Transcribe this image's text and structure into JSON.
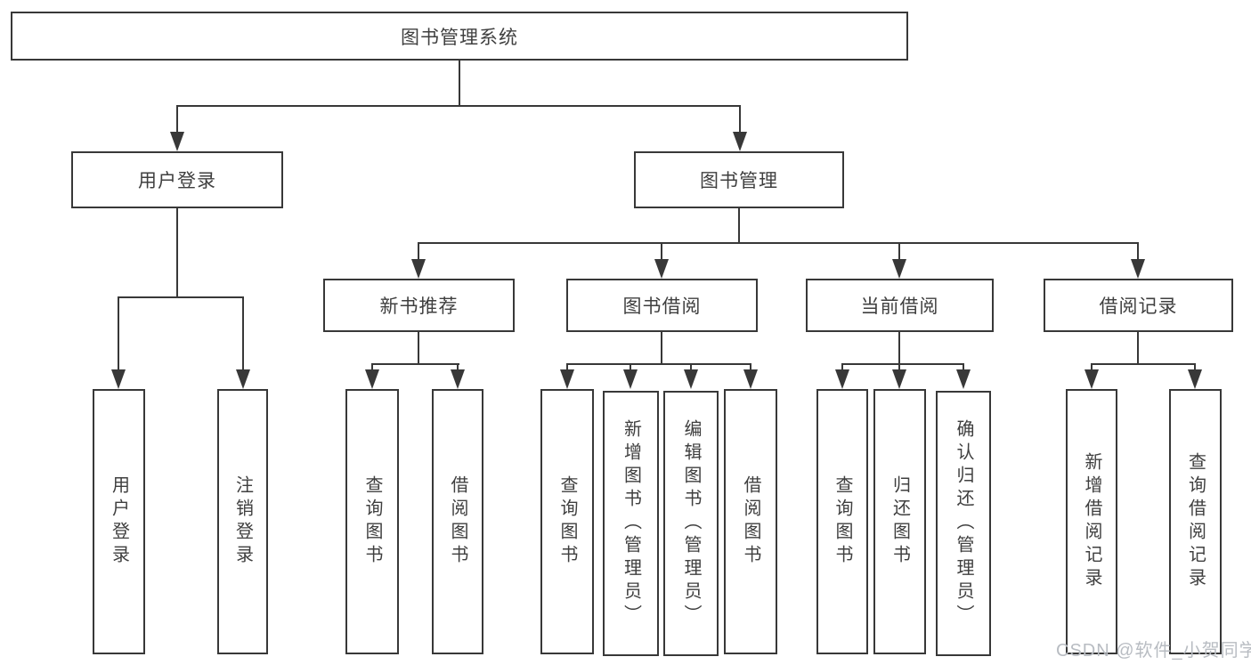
{
  "diagram": {
    "type": "hierarchy-tree",
    "title": "图书管理系统",
    "branches": [
      {
        "label": "用户登录",
        "children": [
          "用户登录",
          "注销登录"
        ]
      },
      {
        "label": "图书管理",
        "sections": [
          {
            "label": "新书推荐",
            "children": [
              "查询图书",
              "借阅图书"
            ]
          },
          {
            "label": "图书借阅",
            "children": [
              "查询图书",
              "新增图书（管理员）",
              "编辑图书（管理员）",
              "借阅图书"
            ]
          },
          {
            "label": "当前借阅",
            "children": [
              "查询图书",
              "归还图书",
              "确认归还（管理员）"
            ]
          },
          {
            "label": "借阅记录",
            "children": [
              "新增借阅记录",
              "查询借阅记录"
            ]
          }
        ]
      }
    ]
  },
  "watermark": "CSDN @软件_小贺同学",
  "colors": {
    "line": "#383838",
    "text": "#3f3f3f",
    "watermark": "#b8bcc2",
    "background": "#ffffff"
  }
}
